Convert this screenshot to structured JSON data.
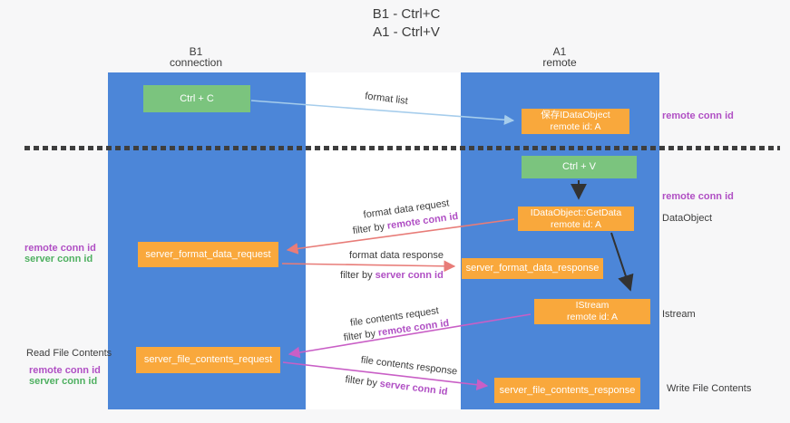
{
  "title": {
    "line1": "B1 - Ctrl+C",
    "line2": "A1 - Ctrl+V"
  },
  "columns": {
    "left": {
      "header_line1": "B1",
      "header_line2": "connection"
    },
    "right": {
      "header_line1": "A1",
      "header_line2": "remote"
    }
  },
  "nodes": {
    "ctrl_c": "Ctrl + C",
    "save_idataobject": {
      "line1": "保存IDataObject",
      "line2": "remote id: A"
    },
    "ctrl_v": "Ctrl + V",
    "getdata": {
      "line1": "IDataObject::GetData",
      "line2": "remote id: A"
    },
    "server_format_data_request": "server_format_data_request",
    "server_format_data_response": "server_format_data_response",
    "istream": {
      "line1": "IStream",
      "line2": "remote id: A"
    },
    "server_file_contents_request": "server_file_contents_request",
    "server_file_contents_response": "server_file_contents_response"
  },
  "labels": {
    "remote_conn_id": "remote conn id",
    "server_conn_id": "server conn id",
    "filter_by": "filter by",
    "dataobject": "DataObject",
    "istream": "Istream",
    "read_file_contents": "Read File Contents",
    "write_file_contents": "Write File Contents"
  },
  "arrow_labels": {
    "format_list": "format list",
    "format_data_request": "format data request",
    "format_data_response": "format data response",
    "file_contents_request": "file contents request",
    "file_contents_response": "file contents response"
  },
  "colors": {
    "lane_blue": "#4c86d8",
    "node_green": "#7bc47e",
    "node_orange": "#f9a83c",
    "arrow_light_blue": "#a6cdec",
    "arrow_black": "#323232",
    "arrow_red": "#e87c78",
    "arrow_magenta": "#c95fc6",
    "text_purple": "#b04fc4",
    "text_green": "#4fb061",
    "dash_dark": "#3e3e3e",
    "background": "#f7f7f8"
  }
}
